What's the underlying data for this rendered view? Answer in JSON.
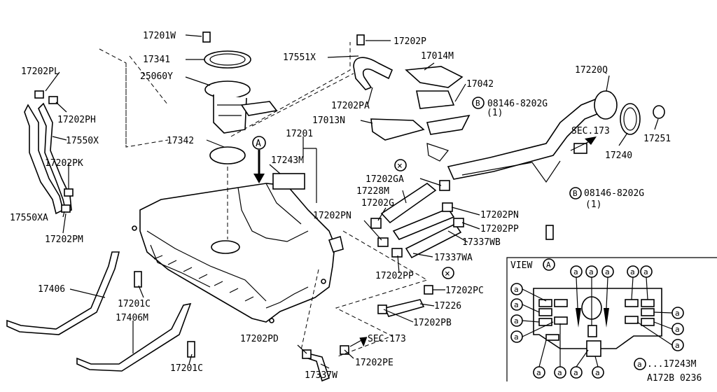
{
  "labels": {
    "p17201W": "17201W",
    "p17202P": "17202P",
    "p17341": "17341",
    "p17551X": "17551X",
    "p17014M": "17014M",
    "p25060Y": "25060Y",
    "p17042": "17042",
    "p17220Q": "17220Q",
    "p17202PL": "17202PL",
    "p17202PA": "17202PA",
    "p08146_1": "08146-8202G",
    "p08146_1q": "(1)",
    "p17202PH": "17202PH",
    "p17013N": "17013N",
    "p17550X": "17550X",
    "p17201": "17201",
    "sec173_a": "SEC.173",
    "p17251": "17251",
    "p17342": "17342",
    "p17243M": "17243M",
    "p17240": "17240",
    "p17202PK": "17202PK",
    "p17202GA": "17202GA",
    "p17228M": "17228M",
    "p08146_2": "08146-8202G",
    "p08146_2q": "(1)",
    "p17202G": "17202G",
    "p17202PN_r": "17202PN",
    "p17202PN_l": "17202PN",
    "p17550XA": "17550XA",
    "p17202PP_r": "17202PP",
    "p17202PM": "17202PM",
    "p17337WB": "17337WB",
    "p17337WA": "17337WA",
    "p17406": "17406",
    "p17202PP_b": "17202PP",
    "p17202PC": "17202PC",
    "p17201C_a": "17201C",
    "p17226": "17226",
    "p17406M": "17406M",
    "p17202PB": "17202PB",
    "p17202PD": "17202PD",
    "sec173_b": "SEC.173",
    "p17202PE": "17202PE",
    "p17201C_b": "17201C",
    "p17337W": "17337W",
    "view": "VIEW",
    "view_letter": "A",
    "arrow_letter": "A",
    "callout_b1": "B",
    "callout_b2": "B",
    "callout_a": "a",
    "legend_key": "a",
    "legend_text": "...17243M",
    "drawing_no": "A172B 0236",
    "x_mark": "×"
  }
}
